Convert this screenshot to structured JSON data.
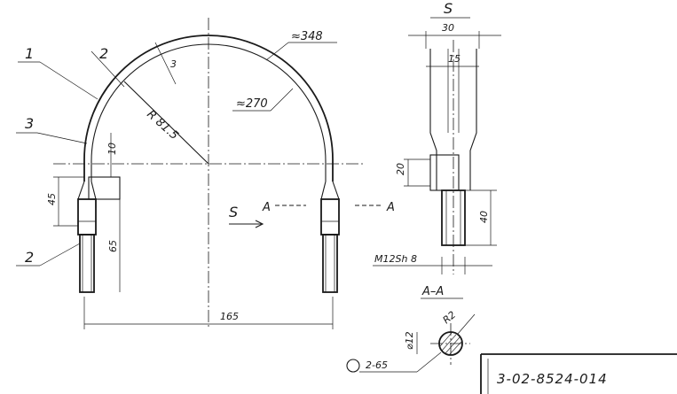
{
  "labels": {
    "part1": "1",
    "part2_top": "2",
    "part3": "3",
    "part2_bottom": "2",
    "section_a_left": "A",
    "section_a_right": "A",
    "view_s": "S",
    "view_s_title": "S",
    "section_aa": "A–A"
  },
  "dimensions": {
    "thickness": "3",
    "arc_length": "≈348",
    "inner_length": "≈270",
    "radius": "R 81.5",
    "top_gap": "10",
    "height_45": "45",
    "height_65": "65",
    "width_165": "165",
    "width_30": "30",
    "width_15": "15",
    "height_20": "20",
    "height_40": "40",
    "thread": "M12Sh 8",
    "radius_r2": "R2",
    "dia_12": "⌀12",
    "weld_note": "2-65"
  },
  "title_block": {
    "drawing_number": "3-02-8524-014"
  }
}
